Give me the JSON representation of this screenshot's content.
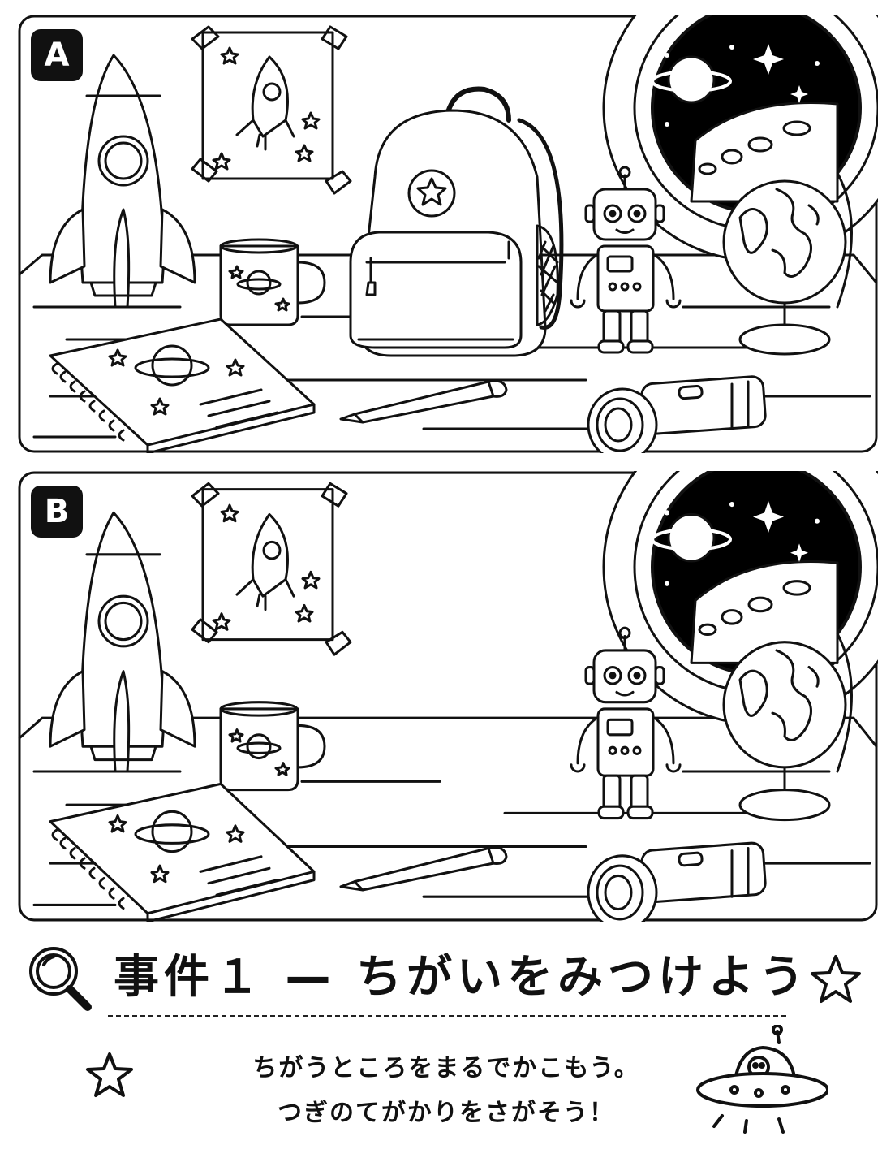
{
  "panels": [
    {
      "label": "A",
      "has_backpack": true
    },
    {
      "label": "B",
      "has_backpack": false
    }
  ],
  "title": "事件１ — ちがいをみつけよう",
  "instructions": [
    "ちがうところをまるでかこもう。",
    "つぎのてがかりをさがそう！"
  ],
  "icons": {
    "title_left": "magnifier-icon",
    "title_right": "star-icon",
    "instruction_left": "star-icon",
    "instruction_right": "ufo-icon"
  },
  "colors": {
    "line": "#111111",
    "space": "#000000",
    "paper": "#ffffff"
  }
}
